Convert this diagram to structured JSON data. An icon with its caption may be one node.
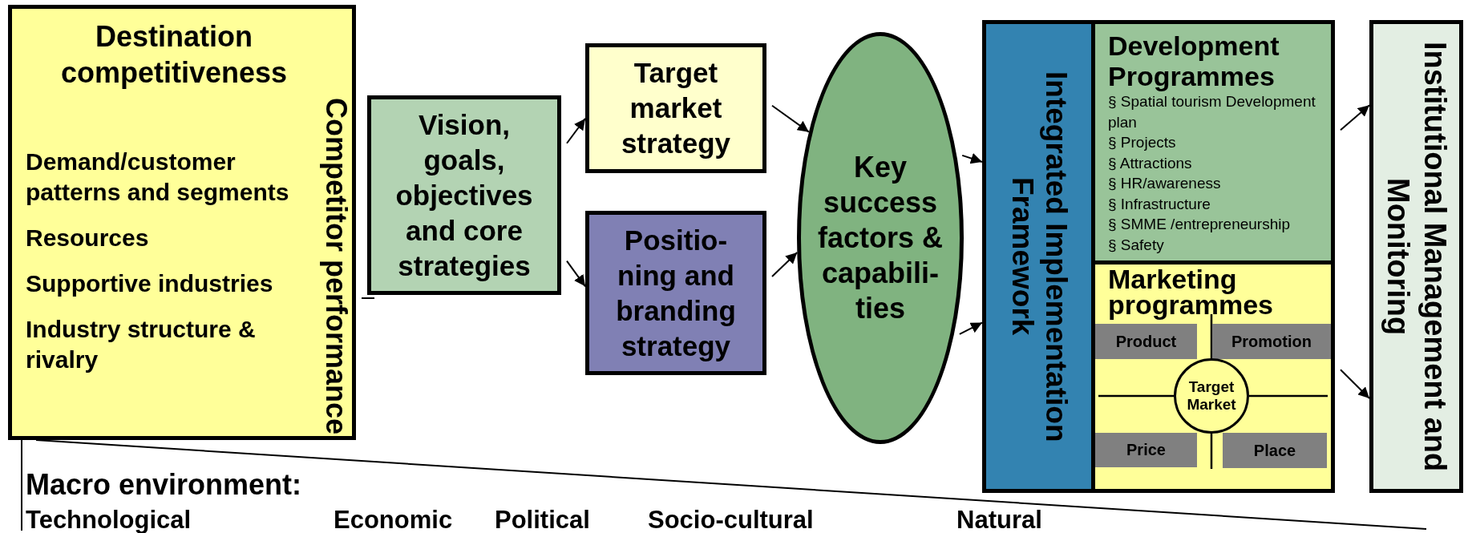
{
  "diagram": {
    "nodes": [
      {
        "text": [
          "Destination competitiveness",
          "Demand/customer patterns and segments",
          "Resources",
          "Supportive industries",
          "Industry structure & rivalry",
          "Competitor performance"
        ]
      },
      {
        "text": [
          "Vision, goals, objectives and core strategies"
        ]
      },
      {
        "text": [
          "Target market strategy"
        ]
      },
      {
        "text": [
          "Positio- ning and branding strategy"
        ]
      },
      {
        "text": [
          "Key success factors & capabili- ties"
        ]
      },
      {
        "text": [
          "Integrated Implementation Framework"
        ]
      },
      {
        "text": [
          "Development Programmes",
          "§ Spatial tourism Development plan",
          "§ Projects",
          "§ Attractions",
          "§ HR/awareness",
          "§ Infrastructure",
          "§ SMME /entrepreneurship",
          "§ Safety"
        ]
      },
      {
        "text": [
          "Marketing programmes"
        ]
      },
      {
        "text": [
          "Product"
        ],
        "in": 7
      },
      {
        "text": [
          "Promotion"
        ],
        "in": 7
      },
      {
        "text": [
          "Target Market"
        ],
        "in": 7
      },
      {
        "text": [
          "Price"
        ],
        "in": 7
      },
      {
        "text": [
          "Place"
        ],
        "in": 7
      },
      {
        "text": [
          "Institutional Management and Monitoring"
        ]
      }
    ],
    "edges": [
      {
        "from": 1,
        "to": 2,
        "arrow": "to"
      },
      {
        "from": 1,
        "to": 3,
        "arrow": "to"
      },
      {
        "from": 2,
        "to": 4,
        "arrow": "to"
      },
      {
        "from": 3,
        "to": 4,
        "arrow": "to"
      },
      {
        "from": 4,
        "to": 5,
        "arrow": "to"
      },
      {
        "from": 4,
        "to": 5,
        "arrow": "to"
      },
      {
        "from": 6,
        "to": 13,
        "arrow": "to"
      },
      {
        "from": 7,
        "to": 13,
        "arrow": "to"
      }
    ],
    "labels": [
      "Macro environment:",
      "Technological",
      "Economic",
      "Political",
      "Socio-cultural",
      "Natural"
    ]
  }
}
